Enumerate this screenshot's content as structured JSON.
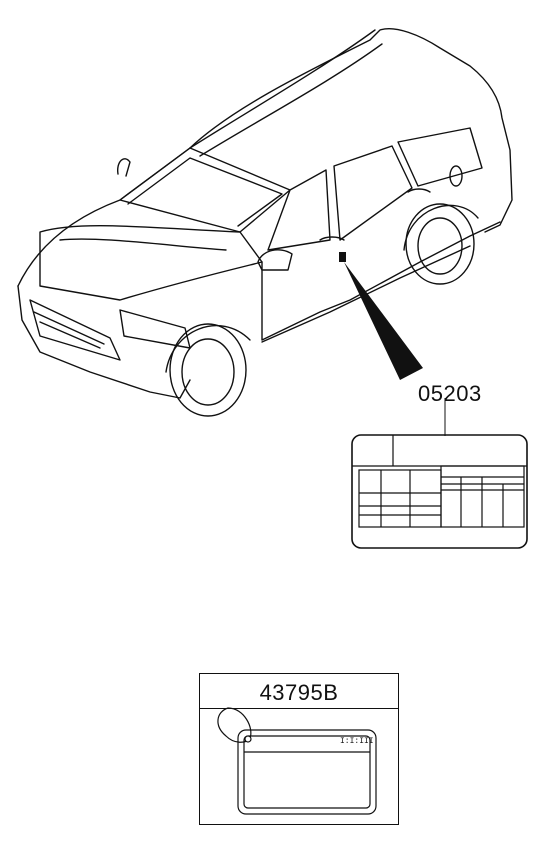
{
  "parts": {
    "label_1": "05203",
    "label_2": "43795B"
  },
  "card": {
    "code_marks": "I:I:III"
  }
}
